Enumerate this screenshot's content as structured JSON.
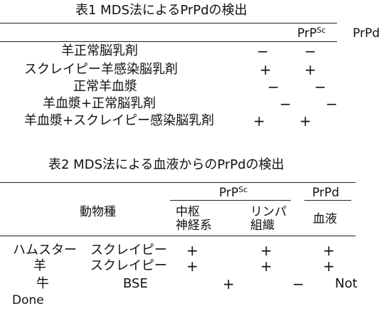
{
  "table1": {
    "title": "表1 MDS法によるPrPdの検出",
    "headers": {
      "prpsc_base": "PrP",
      "prpsc_sup": "Sc",
      "prpd": "PrPd"
    },
    "rows": [
      {
        "label": "羊正常脳乳剤",
        "v1": "−",
        "v2": "−"
      },
      {
        "label": "スクレイピー羊感染脳乳剤",
        "v1": "+",
        "v2": "+"
      },
      {
        "label": "正常羊血漿",
        "v1": "−",
        "v2": "−"
      },
      {
        "label": "羊血漿+正常脳乳剤",
        "v1": "−",
        "v2": "−"
      },
      {
        "label": "羊血漿+スクレイピー感染脳乳剤",
        "v1": "+",
        "v2": "+"
      }
    ]
  },
  "table2": {
    "title": "表2 MDS法による血液からのPrPdの検出",
    "headers": {
      "animal": "動物種",
      "prpsc_base": "PrP",
      "prpsc_sup": "Sc",
      "prpd": "PrPd",
      "cns_line1": "中枢",
      "cns_line2": "神経系",
      "lymph_line1": "リンパ",
      "lymph_line2": "組織",
      "blood": "血液"
    },
    "rows": [
      {
        "animal": "ハムスター",
        "disease": "スクレイピー",
        "cns": "+",
        "lymph": "+",
        "blood": "+"
      },
      {
        "animal": "羊",
        "disease": "スクレイピー",
        "cns": "+",
        "lymph": "+",
        "blood": "+"
      },
      {
        "animal": "牛",
        "disease": "BSE",
        "cns": "+",
        "lymph": "−",
        "blood": "Not"
      }
    ]
  },
  "status": "Done"
}
